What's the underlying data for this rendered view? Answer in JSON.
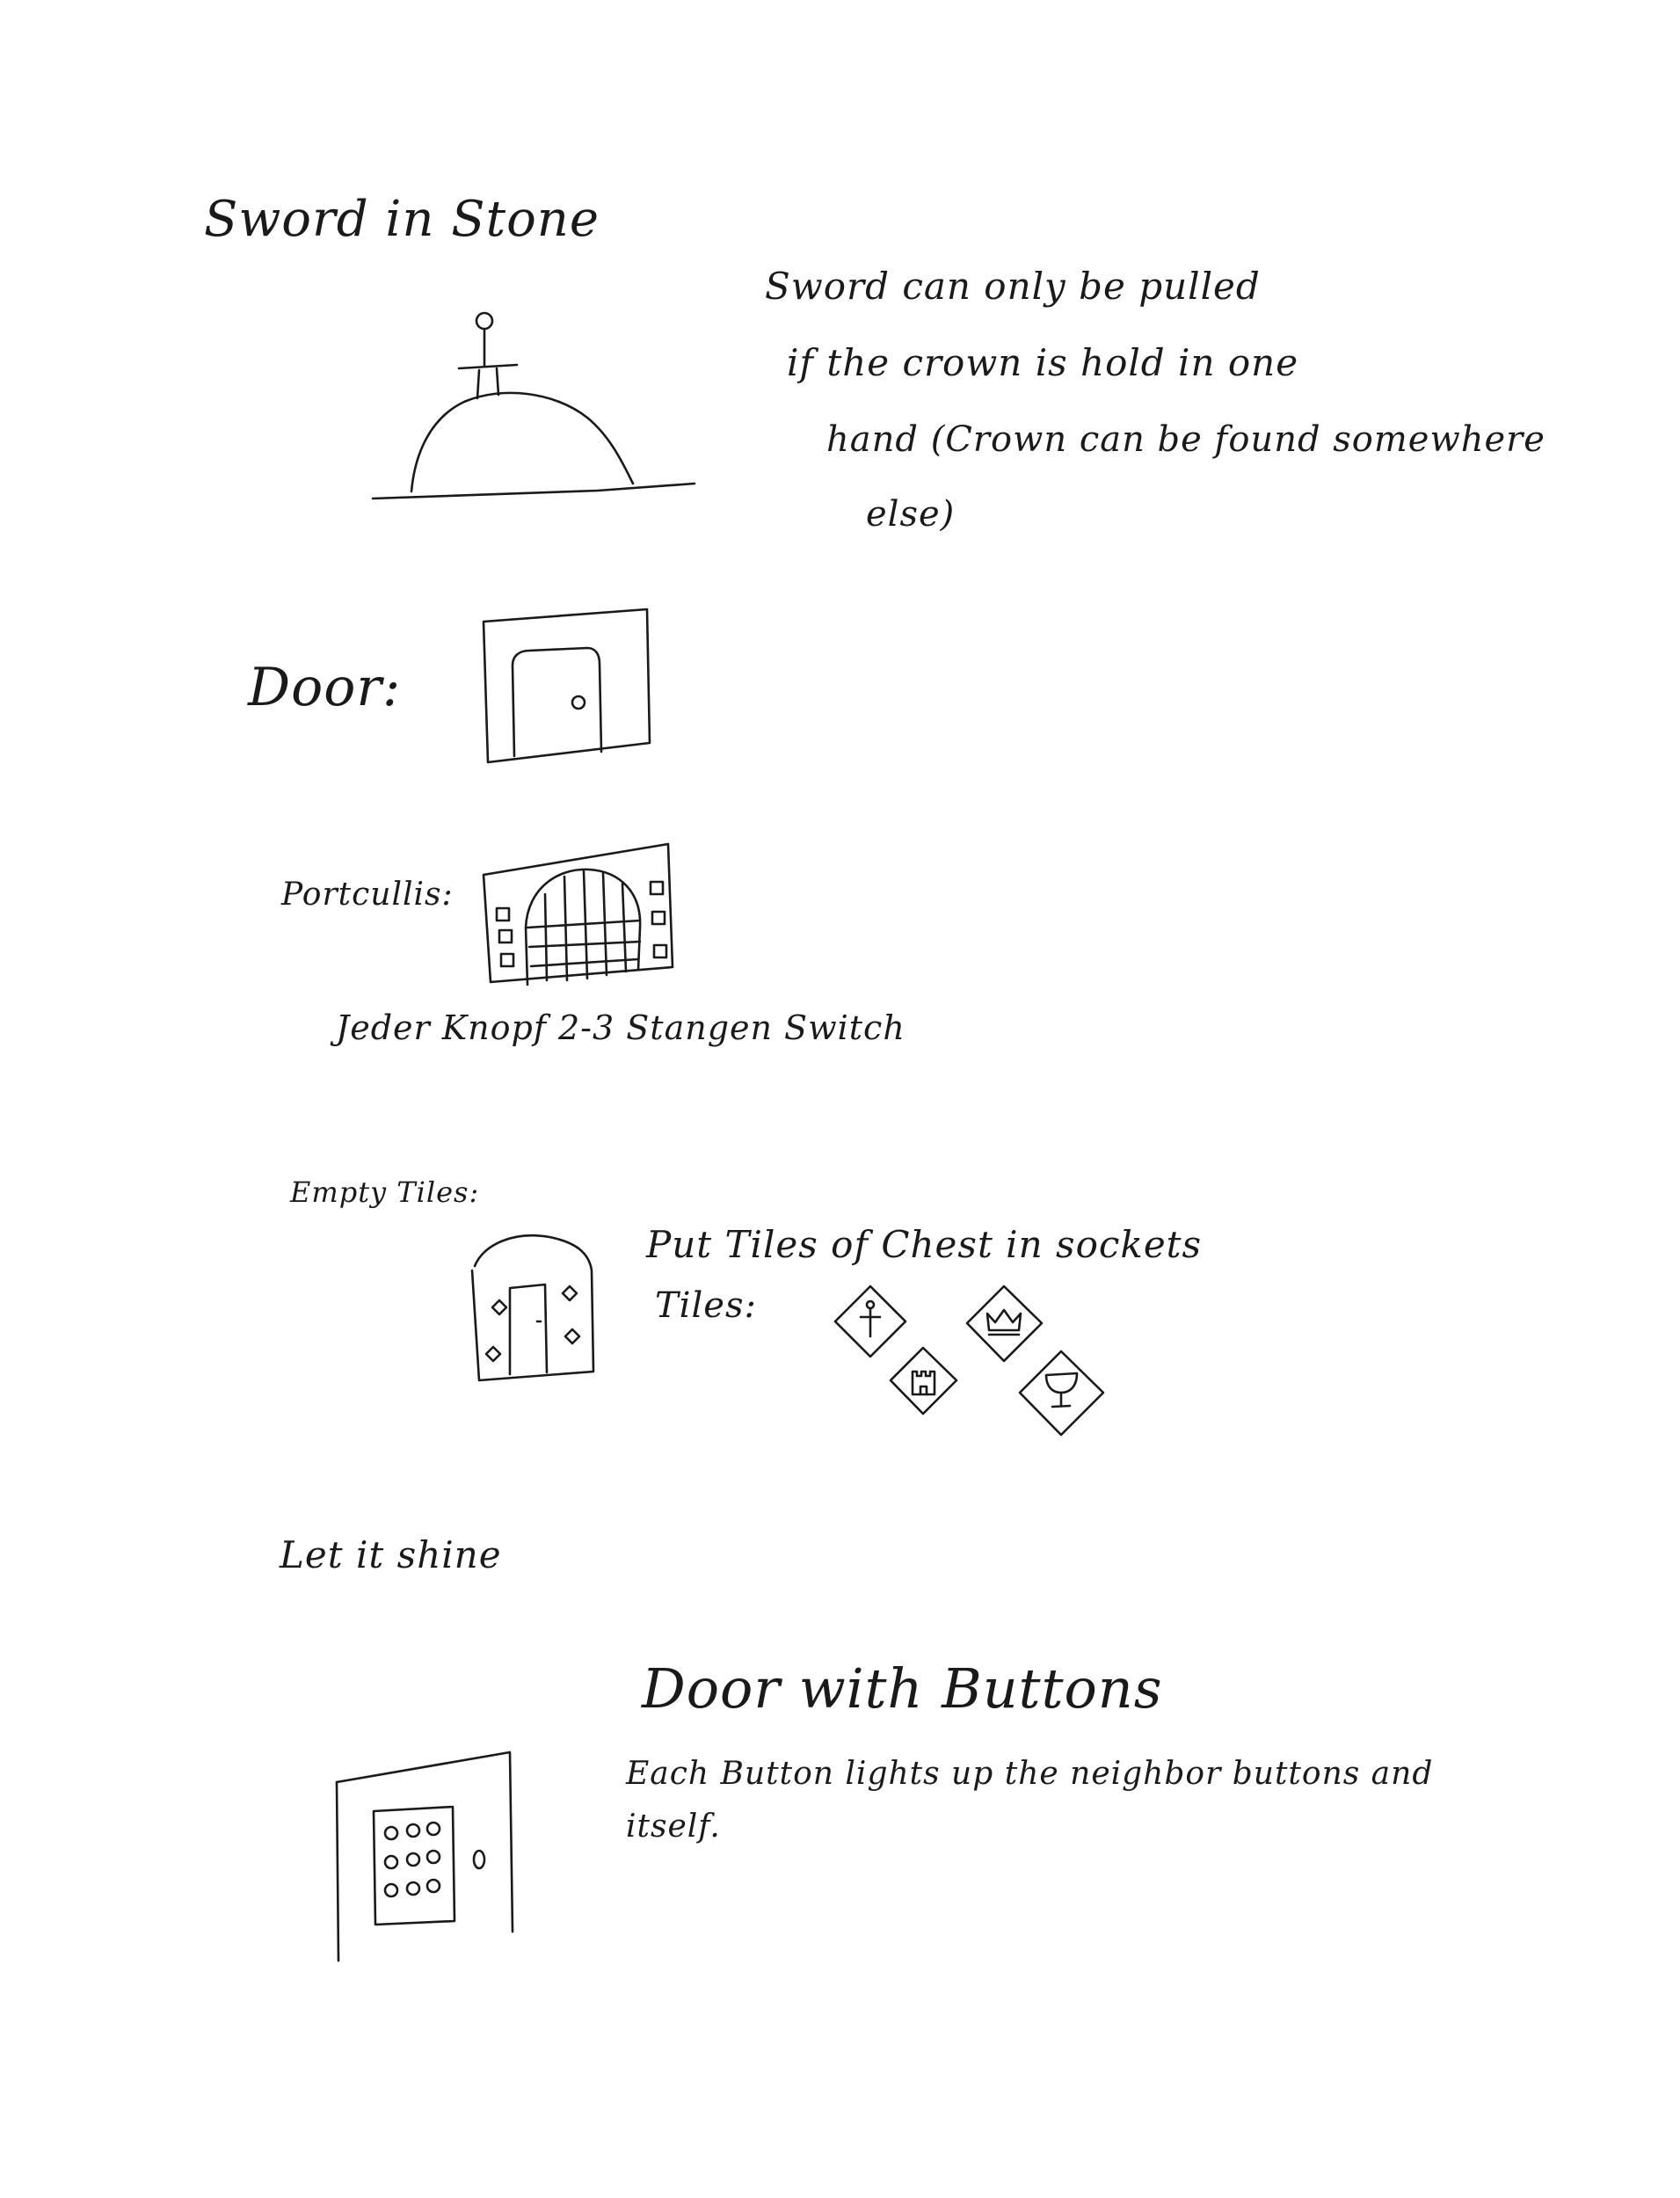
{
  "sections": {
    "sword": {
      "title": "Sword in Stone",
      "note": [
        "Sword can only be pulled",
        "if the crown is hold in one",
        "hand (Crown can be found somewhere",
        "else)"
      ]
    },
    "door": {
      "title": "Door:"
    },
    "portcullis": {
      "title": "Portcullis:",
      "note": "Jeder Knopf 2-3 Stangen Switch"
    },
    "empty_tiles": {
      "title": "Empty Tiles:",
      "note": "Put Tiles of Chest in sockets",
      "tiles_label": "Tiles:"
    },
    "let_it_shine": {
      "title": "Let it shine"
    },
    "door_buttons": {
      "title": "Door with Buttons",
      "note": [
        "Each Button lights up the neighbor buttons and",
        "itself."
      ]
    }
  },
  "icons": {
    "sword": "sword-in-stone-sketch-icon",
    "door": "door-sketch-icon",
    "portcullis": "portcullis-sketch-icon",
    "empty_tiles": "empty-tile-door-sketch-icon",
    "tiles": [
      "sword-tile-icon",
      "crown-tile-icon",
      "castle-tile-icon",
      "goblet-tile-icon"
    ],
    "door_buttons": "button-door-sketch-icon"
  },
  "ink_color": "#1a1a1a",
  "paper_color": "#ffffff"
}
